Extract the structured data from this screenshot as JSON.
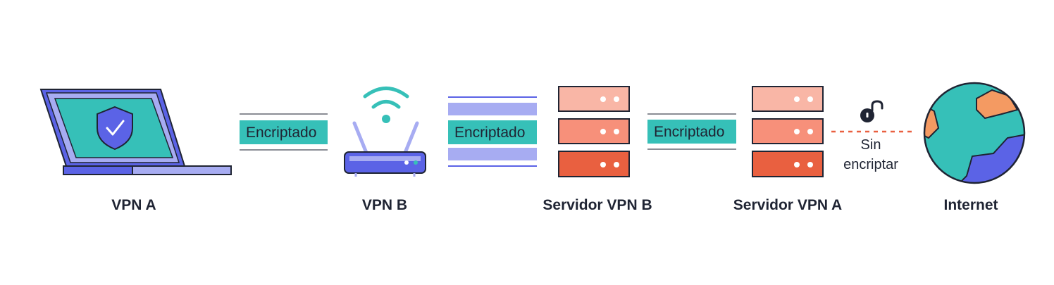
{
  "nodes": {
    "laptop": "VPN A",
    "router": "VPN B",
    "server_b": "Servidor VPN B",
    "server_a": "Servidor VPN A",
    "internet": "Internet"
  },
  "links": {
    "link1": "Encriptado",
    "link2": "Encriptado",
    "link3": "Encriptado",
    "unencrypted_line1": "Sin",
    "unencrypted_line2": "encriptar"
  },
  "colors": {
    "teal": "#36c0b8",
    "dark": "#1f2433",
    "indigo": "#5b63e6",
    "lavender": "#a7acf2",
    "salmon_light": "#f9b6a6",
    "salmon": "#f7907a",
    "salmon_dark": "#e96040",
    "orange": "#f49a62",
    "gray_line": "#8a8d95",
    "dashed": "#e96040"
  },
  "icons": {
    "laptop": "laptop-shield-icon",
    "router": "wifi-router-icon",
    "server": "server-rack-icon",
    "lock": "unlocked-padlock-icon",
    "globe": "globe-icon"
  }
}
